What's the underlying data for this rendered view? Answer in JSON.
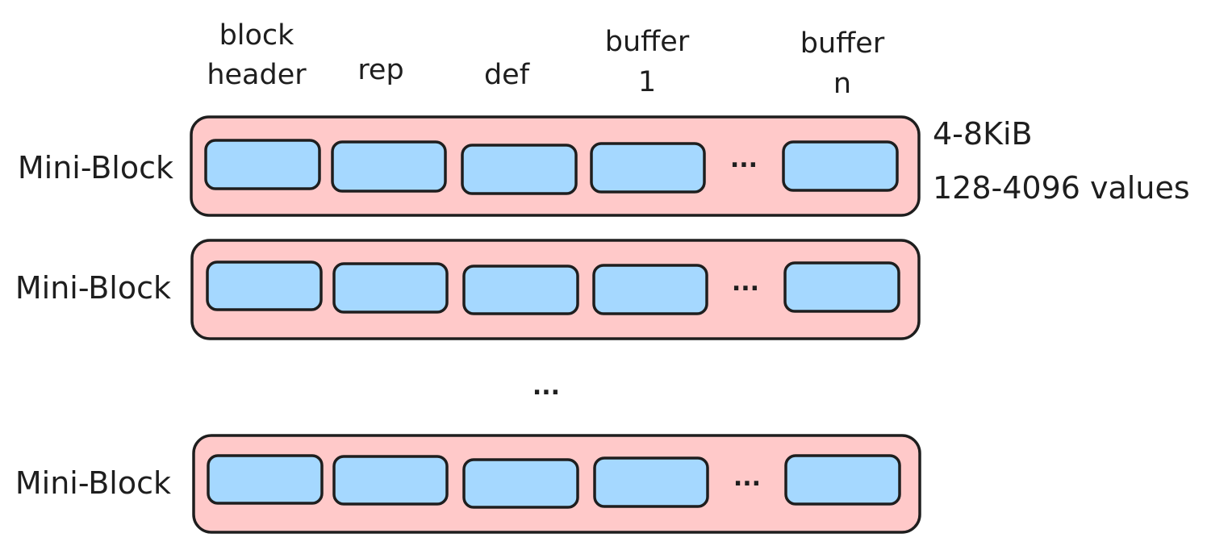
{
  "columns": {
    "block_header": [
      "block",
      "header"
    ],
    "rep": "rep",
    "def": "def",
    "buffer_1": [
      "buffer",
      "1"
    ],
    "buffer_n": [
      "buffer",
      "n"
    ]
  },
  "rows": {
    "mini_block_1": "Mini-Block",
    "mini_block_2": "Mini-Block",
    "mini_block_3": "Mini-Block"
  },
  "row_ellipsis": "...",
  "between_rows_ellipsis": "...",
  "size_note": "4-8KiB",
  "values_note": "128-4096 values",
  "colors": {
    "block_fill": "#ffc9c9",
    "buffer_fill": "#a5d8ff",
    "stroke": "#1e1e1e"
  }
}
